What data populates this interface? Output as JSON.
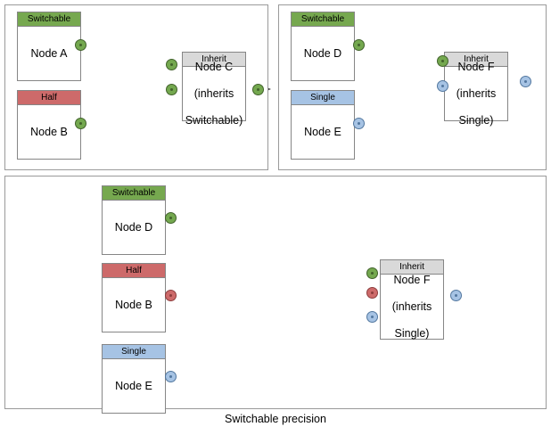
{
  "diagram": {
    "caption": "Switchable precision",
    "colors": {
      "switchable": "#76a84f",
      "half": "#cd6a6a",
      "single": "#a6c3e4",
      "inherit": "#d9d9d9",
      "panel_border": "#9a9a9a",
      "node_border": "#868686",
      "edge": "#4d4d4d"
    }
  },
  "panels": [
    {
      "id": "panel-top-left",
      "nodes": [
        {
          "id": "node-a",
          "header": "Switchable",
          "body": "Node A",
          "header_style": "switchable"
        },
        {
          "id": "node-b-left",
          "header": "Half",
          "body": "Node B",
          "header_style": "half"
        },
        {
          "id": "node-c",
          "header": "Inherit",
          "body": "Node C\n(inherits\nSwitchable)",
          "header_style": "inherit"
        }
      ],
      "ports": [
        {
          "id": "port-a-out",
          "color": "green"
        },
        {
          "id": "port-b-out",
          "color": "green"
        },
        {
          "id": "port-c-in-1",
          "color": "green"
        },
        {
          "id": "port-c-in-2",
          "color": "green"
        },
        {
          "id": "port-c-out",
          "color": "green"
        }
      ]
    },
    {
      "id": "panel-top-right",
      "nodes": [
        {
          "id": "node-d-top",
          "header": "Switchable",
          "body": "Node D",
          "header_style": "switchable"
        },
        {
          "id": "node-e-top",
          "header": "Single",
          "body": "Node E",
          "header_style": "single"
        },
        {
          "id": "node-f-top",
          "header": "Inherit",
          "body": "Node F\n(inherits\nSingle)",
          "header_style": "inherit"
        }
      ],
      "ports": [
        {
          "id": "port-d-out",
          "color": "green"
        },
        {
          "id": "port-e-out",
          "color": "blue"
        },
        {
          "id": "port-f-in-1",
          "color": "green"
        },
        {
          "id": "port-f-in-2",
          "color": "blue"
        },
        {
          "id": "port-f-out",
          "color": "blue"
        }
      ]
    },
    {
      "id": "panel-bottom",
      "nodes": [
        {
          "id": "node-d-bottom",
          "header": "Switchable",
          "body": "Node D",
          "header_style": "switchable"
        },
        {
          "id": "node-b-bottom",
          "header": "Half",
          "body": "Node B",
          "header_style": "half"
        },
        {
          "id": "node-e-bottom",
          "header": "Single",
          "body": "Node E",
          "header_style": "single"
        },
        {
          "id": "node-f-bottom",
          "header": "Inherit",
          "body": "Node F\n(inherits\nSingle)",
          "header_style": "inherit"
        }
      ],
      "ports": [
        {
          "id": "port-d-out-b",
          "color": "green"
        },
        {
          "id": "port-b-out-b",
          "color": "red"
        },
        {
          "id": "port-e-out-b",
          "color": "blue"
        },
        {
          "id": "port-f-in-green",
          "color": "green"
        },
        {
          "id": "port-f-in-red",
          "color": "red"
        },
        {
          "id": "port-f-in-blue",
          "color": "blue"
        },
        {
          "id": "port-f-out-b",
          "color": "blue"
        }
      ]
    }
  ],
  "labels": {
    "node_a_header": "Switchable",
    "node_a_body": "Node A",
    "node_b_left_header": "Half",
    "node_b_left_body": "Node B",
    "node_c_header": "Inherit",
    "node_c_line1": "Node C",
    "node_c_line2": "(inherits",
    "node_c_line3": "Switchable)",
    "node_d_top_header": "Switchable",
    "node_d_top_body": "Node D",
    "node_e_top_header": "Single",
    "node_e_top_body": "Node E",
    "node_f_top_header": "Inherit",
    "node_f_top_line1": "Node F",
    "node_f_top_line2": "(inherits",
    "node_f_top_line3": "Single)",
    "node_d_bot_header": "Switchable",
    "node_d_bot_body": "Node D",
    "node_b_bot_header": "Half",
    "node_b_bot_body": "Node B",
    "node_e_bot_header": "Single",
    "node_e_bot_body": "Node E",
    "node_f_bot_header": "Inherit",
    "node_f_bot_line1": "Node F",
    "node_f_bot_line2": "(inherits",
    "node_f_bot_line3": "Single)",
    "caption": "Switchable precision"
  }
}
